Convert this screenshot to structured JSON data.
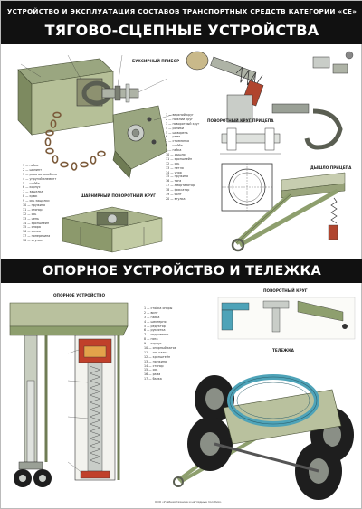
{
  "header": {
    "subtitle": "УСТРОЙСТВО И ЭКСПЛУАТАЦИЯ СОСТАВОВ ТРАНСПОРТНЫХ СРЕДСТВ КАТЕГОРИИ «СЕ»",
    "title": "ТЯГОВО-СЦЕПНЫЕ УСТРОЙСТВА"
  },
  "section2": {
    "title": "ОПОРНОЕ УСТРОЙСТВО И ТЕЛЕЖКА"
  },
  "captions": {
    "hitch": "БУКСИРНЫЙ ПРИБОР",
    "pivot_ring": "ПОВОРОТНЫЙ КРУГ ПРИЦЕПА",
    "hinged_ring": "ШАРНИРНЫЙ ПОВОРОТНЫЙ КРУГ",
    "drawbar": "ДЫШЛО ПРИЦЕПА",
    "support": "ОПОРНОЕ УСТРОЙСТВО",
    "turntable": "ПОВОРОТНЫЙ КРУГ",
    "bogie": "ТЕЛЕЖКА"
  },
  "legend_top_left": [
    "1 — гайка",
    "2 — шплинт",
    "3 — рама автомобиля",
    "4 — упругий элемент",
    "5 — шайба",
    "6 — корпус",
    "7 — защелка",
    "8 — крюк",
    "9 — ось защелки",
    "10 — пружина",
    "11 — стопор",
    "12 — ось",
    "13 — цепь",
    "14 — кронштейн",
    "15 — опора",
    "16 — вилка",
    "17 — поперечина",
    "18 — втулка"
  ],
  "legend_top_right": [
    "1 — верхний круг",
    "2 — нижний круг",
    "3 — поворотный круг",
    "4 — ролики",
    "5 — шкворень",
    "6 — рама",
    "7 — стремянка",
    "8 — шайба",
    "9 — гайка",
    "10 — дышло",
    "11 — кронштейн",
    "12 — ось",
    "13 — петля",
    "14 — упор",
    "15 — пружина",
    "16 — тяга",
    "17 — амортизатор",
    "18 — фиксатор",
    "19 — болт",
    "20 — втулка"
  ],
  "legend_bottom": [
    "1 — стойка опоры",
    "2 — винт",
    "3 — гайка",
    "4 — шестерня",
    "5 — редуктор",
    "6 — рукоятка",
    "7 — подшипник",
    "8 — пята",
    "9 — корпус",
    "10 — опорный каток",
    "11 — ось катка",
    "12 — кронштейн",
    "13 — пружина",
    "14 — стопор",
    "15 — ось",
    "16 — рама",
    "17 — балка"
  ],
  "footer": "ООО «Учебная техника и наглядные пособия»",
  "colors": {
    "band": "#111111",
    "metal_light": "#c9cdc8",
    "metal_dark": "#6b6f6a",
    "green": "#8e9f6e",
    "red": "#c0402a",
    "cyan": "#4ea3b8"
  }
}
